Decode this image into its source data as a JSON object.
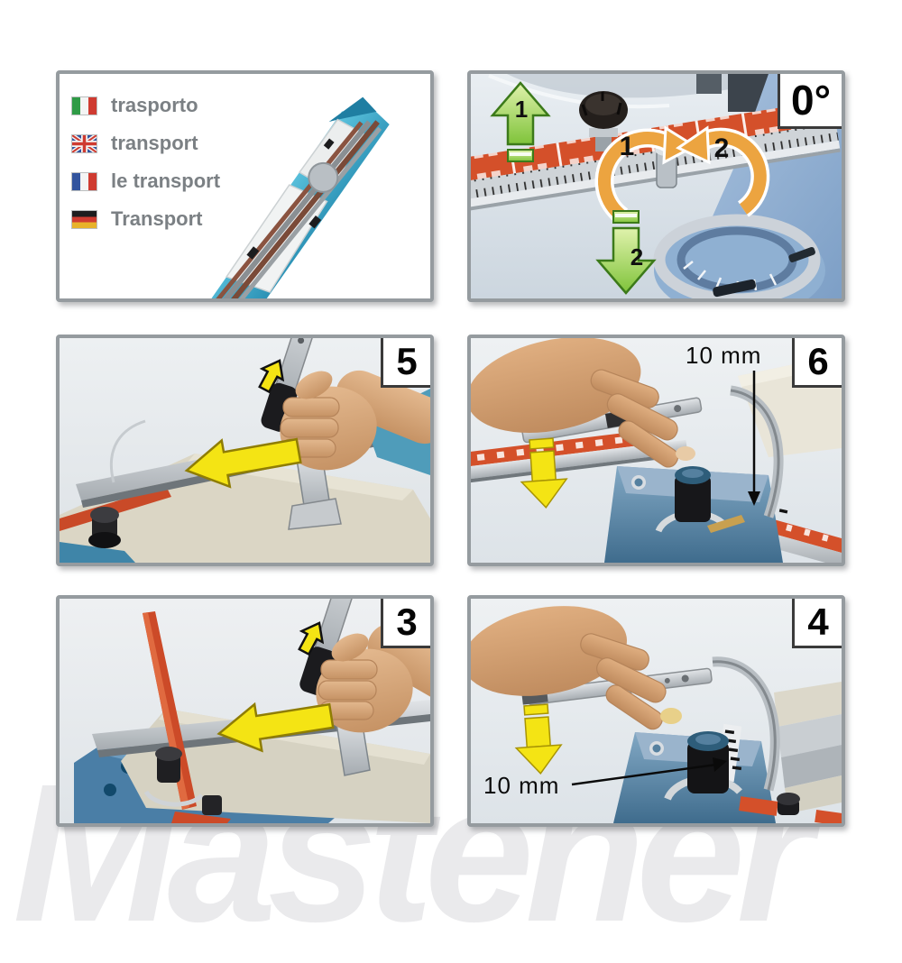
{
  "watermark": {
    "text": "Mastener"
  },
  "palette": {
    "frame_gray": "#959b9f",
    "machine_blue": "#3fa9c9",
    "steel_blue": "#5d87ad",
    "ruler_orange": "#d4502a",
    "arrow_yellow": "#f4e414",
    "arrow_green": "#8fcc4a",
    "rotate_orange": "#eca440",
    "legend_text_gray": "#7b8084"
  },
  "legend": {
    "items": [
      {
        "icon": "italy-flag-icon",
        "label": "trasporto"
      },
      {
        "icon": "uk-flag-icon",
        "label": "transport"
      },
      {
        "icon": "france-flag-icon",
        "label": "le transport"
      },
      {
        "icon": "germany-flag-icon",
        "label": "Transport"
      }
    ]
  },
  "steps": {
    "angle": {
      "badge": "0°",
      "lift_arrow_number": "1",
      "lower_arrow_number": "2",
      "rotate_left_number": "1",
      "rotate_right_number": "2"
    },
    "step5": {
      "badge": "5"
    },
    "step6": {
      "badge": "6",
      "dimension": "10 mm"
    },
    "step3": {
      "badge": "3"
    },
    "step4": {
      "badge": "4",
      "dimension": "10 mm"
    }
  }
}
